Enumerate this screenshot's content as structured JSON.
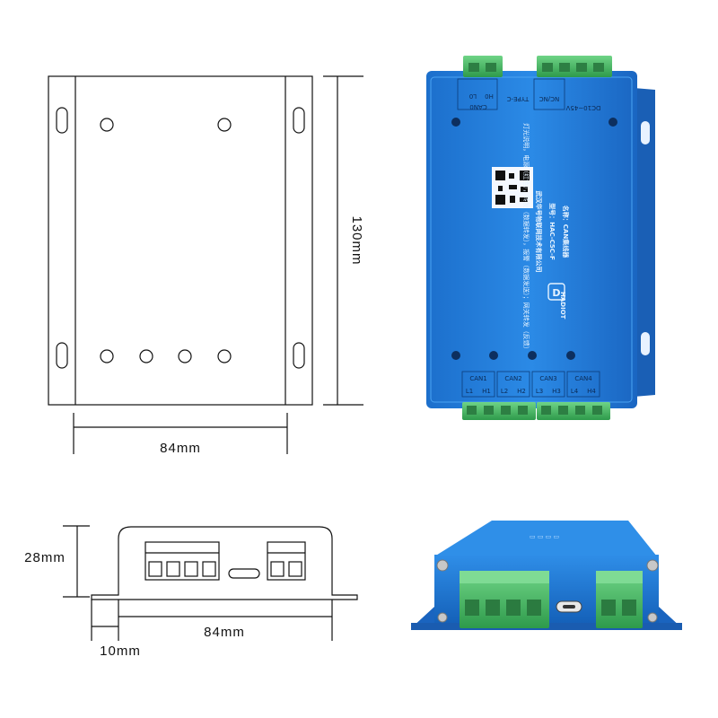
{
  "dimensions": {
    "height": "130mm",
    "width_top": "84mm",
    "side_height": "28mm",
    "side_width": "84mm",
    "flange": "10mm"
  },
  "device_label": {
    "name": "名称：CAN集线器",
    "model": "型号：HAC-C5C-F",
    "company": "武汉华号物联网技术有限公司",
    "description": "灯光说明，电源（红色），转发（数据转发），报警（数据发送）；网关转发（反馈）",
    "brand": "HADIOT"
  },
  "ports_top": {
    "can0": "CAN0",
    "lo": "L0",
    "ho": "H0",
    "typec": "TYPE-C",
    "ncnc": "NC/NC",
    "power": "DC10~45V"
  },
  "ports_bottom": [
    {
      "name": "CAN1",
      "l": "L1",
      "h": "H1"
    },
    {
      "name": "CAN2",
      "l": "L2",
      "h": "H2"
    },
    {
      "name": "CAN3",
      "l": "L3",
      "h": "H3"
    },
    {
      "name": "CAN4",
      "l": "L4",
      "h": "H4"
    }
  ],
  "colors": {
    "housing_blue": "#1f7fd8",
    "terminal_green": "#4fc06a",
    "line": "#111111"
  }
}
